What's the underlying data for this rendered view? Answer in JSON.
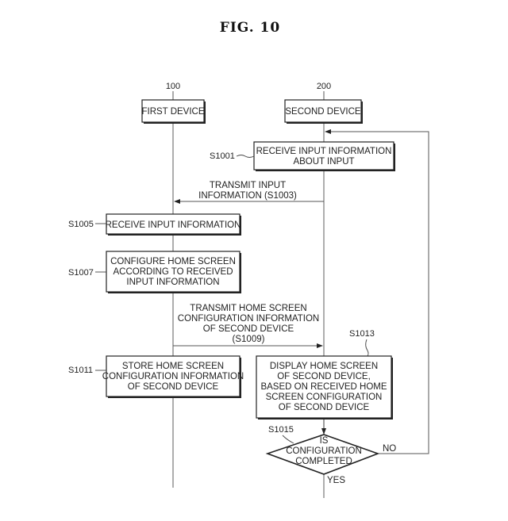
{
  "figure": {
    "title": "FIG.  10"
  },
  "participants": [
    {
      "ref": "100",
      "label": "FIRST DEVICE"
    },
    {
      "ref": "200",
      "label": "SECOND DEVICE"
    }
  ],
  "steps": {
    "s1001": {
      "ref": "S1001",
      "lines": [
        "RECEIVE INPUT INFORMATION",
        "ABOUT INPUT"
      ]
    },
    "s1003": {
      "ref": "S1003",
      "lines": [
        "TRANSMIT INPUT",
        "INFORMATION (S1003)"
      ]
    },
    "s1005": {
      "ref": "S1005",
      "lines": [
        "RECEIVE INPUT INFORMATION"
      ]
    },
    "s1007": {
      "ref": "S1007",
      "lines": [
        "CONFIGURE HOME SCREEN",
        "ACCORDING TO RECEIVED",
        "INPUT INFORMATION"
      ]
    },
    "s1009": {
      "ref": "S1009",
      "lines": [
        "TRANSMIT HOME SCREEN",
        "CONFIGURATION INFORMATION",
        "OF SECOND DEVICE",
        "(S1009)"
      ]
    },
    "s1011": {
      "ref": "S1011",
      "lines": [
        "STORE HOME SCREEN",
        "CONFIGURATION INFORMATION",
        "OF SECOND DEVICE"
      ]
    },
    "s1013": {
      "ref": "S1013",
      "lines": [
        "DISPLAY HOME SCREEN",
        "OF SECOND DEVICE,",
        "BASED ON RECEIVED HOME",
        "SCREEN CONFIGURATION",
        "OF SECOND DEVICE"
      ]
    },
    "s1015": {
      "ref": "S1015",
      "lines": [
        "IS",
        "CONFIGURATION",
        "COMPLETED"
      ],
      "yes": "YES",
      "no": "NO"
    }
  }
}
